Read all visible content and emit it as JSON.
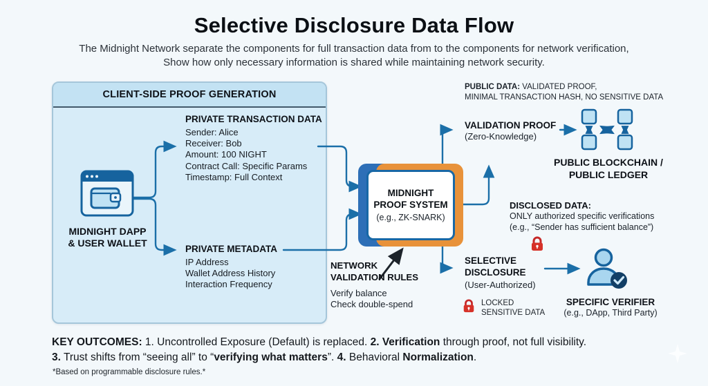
{
  "colors": {
    "accent_blue": "#1b6fa8",
    "panel_blue": "#d7ecf8",
    "header_band_blue": "#c3e2f3",
    "layer_blue": "#2d6fb7",
    "layer_orange": "#e8923a",
    "lock_red": "#d63229",
    "background": "#f3f8fb"
  },
  "icons": {
    "wallet": "dapp-wallet-icon",
    "blockchain": "blockchain-network-icon",
    "lock": "lock-icon",
    "verifier": "person-check-icon",
    "sparkle": "sparkle-icon"
  },
  "header": {
    "title": "Selective Disclosure Data Flow",
    "subtitle_line1": "The Midnight Network separate the components for full transaction data from to the components for network verification,",
    "subtitle_line2": "Show how only necessary information is shared while maintaining network security."
  },
  "client_panel": {
    "header": "CLIENT-SIDE PROOF GENERATION",
    "wallet_label_line1": "MIDNIGHT DAPP",
    "wallet_label_line2": "& USER WALLET",
    "private_transaction": {
      "title": "PRIVATE TRANSACTION DATA",
      "lines": [
        "Sender: Alice",
        "Receiver: Bob",
        "Amount: 100 NIGHT",
        "Contract Call: Specific Params",
        "Timestamp: Full Context"
      ]
    },
    "private_metadata": {
      "title": "PRIVATE METADATA",
      "lines": [
        "IP Address",
        "Wallet Address History",
        "Interaction Frequency"
      ]
    }
  },
  "proof_system": {
    "line1": "MIDNIGHT",
    "line2": "PROOF SYSTEM",
    "line3": "(e.g., ZK-SNARK)"
  },
  "network_rules": {
    "title_line1": "NETWORK",
    "title_line2": "VALIDATION RULES",
    "lines": [
      "Verify balance",
      "Check double-spend"
    ]
  },
  "public_data": {
    "label": "PUBLIC DATA:",
    "line1_rest": " VALIDATED PROOF,",
    "line2": "MINIMAL TRANSACTION HASH, NO SENSITIVE DATA"
  },
  "validation_proof": {
    "title": "VALIDATION PROOF",
    "subtitle": "(Zero-Knowledge)"
  },
  "public_blockchain": {
    "line1": "PUBLIC BLOCKCHAIN /",
    "line2": "PUBLIC LEDGER"
  },
  "disclosed_data": {
    "title": "DISCLOSED DATA:",
    "line1": "ONLY authorized specific verifications",
    "line2": "(e.g., “Sender has sufficient balance”)"
  },
  "selective_disclosure": {
    "title_line1": "SELECTIVE",
    "title_line2": "DISCLOSURE",
    "subtitle": "(User-Authorized)"
  },
  "locked_data": {
    "line1": "LOCKED",
    "line2": "SENSITIVE DATA"
  },
  "specific_verifier": {
    "title": "SPECIFIC VERIFIER",
    "subtitle": "(e.g., DApp, Third Party)"
  },
  "key_outcomes": {
    "l1s1": "KEY OUTCOMES:",
    "l1s2": " 1. Uncontrolled Exposure (Default) is replaced. ",
    "l1s3": "2. Verification",
    "l1s4": " through proof, not full visibility.",
    "l2s1": "3.",
    "l2s2": " Trust shifts from “seeing all” to “",
    "l2s3": "verifying what matters",
    "l2s4": "”. ",
    "l2s5": "4.",
    "l2s6": " Behavioral ",
    "l2s7": "Normalization",
    "l2s8": "."
  },
  "footnote": "*Based on programmable disclosure rules.*"
}
